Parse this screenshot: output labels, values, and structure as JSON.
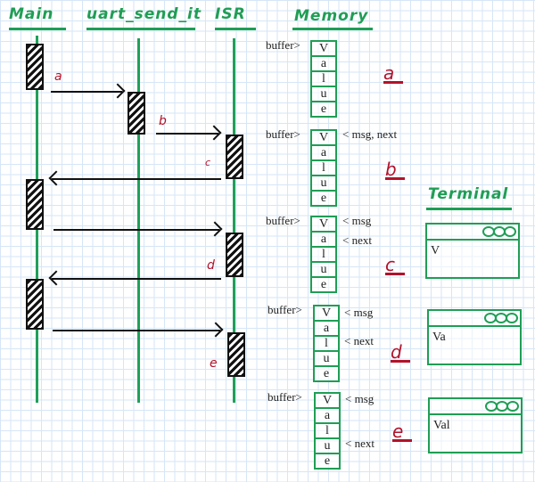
{
  "headers": {
    "main": "Main",
    "uart": "uart_send_it",
    "isr": "ISR",
    "memory": "Memory",
    "terminal": "Terminal"
  },
  "messages": [
    {
      "label": "a",
      "from": "Main",
      "to": "uart_send_it"
    },
    {
      "label": "b",
      "from": "uart_send_it",
      "to": "ISR"
    },
    {
      "label": "c",
      "from": "ISR",
      "to": "Main"
    },
    {
      "label": "",
      "from": "Main",
      "to": "ISR"
    },
    {
      "label": "d",
      "from": "ISR",
      "to": "Main"
    },
    {
      "label": "",
      "from": "Main",
      "to": "ISR"
    },
    {
      "label": "e",
      "from": "ISR",
      "to": "ISR"
    }
  ],
  "memory_states": [
    {
      "state": "a",
      "buffer_label": "buffer>",
      "cells": [
        "V",
        "a",
        "l",
        "u",
        "e"
      ],
      "pointers": []
    },
    {
      "state": "b",
      "buffer_label": "buffer>",
      "cells": [
        "V",
        "a",
        "l",
        "u",
        "e"
      ],
      "pointers": [
        {
          "cell": 0,
          "text": "< msg, next"
        }
      ]
    },
    {
      "state": "c",
      "buffer_label": "buffer>",
      "cells": [
        "V",
        "a",
        "l",
        "u",
        "e"
      ],
      "pointers": [
        {
          "cell": 0,
          "text": "< msg"
        },
        {
          "cell": 1,
          "text": "< next"
        }
      ]
    },
    {
      "state": "d",
      "buffer_label": "buffer>",
      "cells": [
        "V",
        "a",
        "l",
        "u",
        "e"
      ],
      "pointers": [
        {
          "cell": 0,
          "text": "< msg"
        },
        {
          "cell": 2,
          "text": "< next"
        }
      ]
    },
    {
      "state": "e",
      "buffer_label": "buffer>",
      "cells": [
        "V",
        "a",
        "l",
        "u",
        "e"
      ],
      "pointers": [
        {
          "cell": 0,
          "text": "< msg"
        },
        {
          "cell": 3,
          "text": "< next"
        }
      ]
    }
  ],
  "terminals": [
    {
      "state": "c",
      "output": "V"
    },
    {
      "state": "d",
      "output": "Va"
    },
    {
      "state": "e",
      "output": "Val"
    }
  ],
  "colors": {
    "lifeline": "#1fa05a",
    "memory_border": "#1f9e55",
    "step_label": "#b3122a",
    "grid": "#d6e6f7"
  }
}
